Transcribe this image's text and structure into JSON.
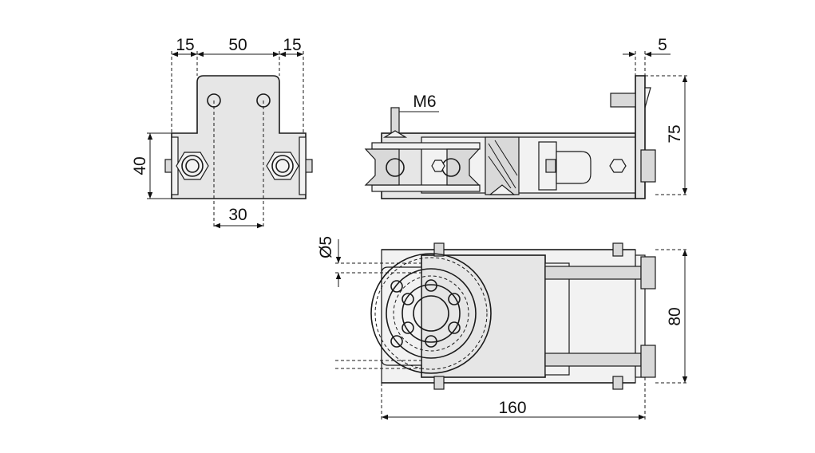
{
  "front_view": {
    "dim_left_margin": "15",
    "dim_hole_span_top": "50",
    "dim_right_margin": "15",
    "dim_height": "40",
    "dim_hole_span_bottom": "30"
  },
  "side_view": {
    "thread_label": "M6",
    "dim_plate_thickness": "5",
    "dim_plate_height": "75"
  },
  "top_view": {
    "dim_diameter": "Ø5",
    "dim_width": "80",
    "dim_length": "160"
  }
}
